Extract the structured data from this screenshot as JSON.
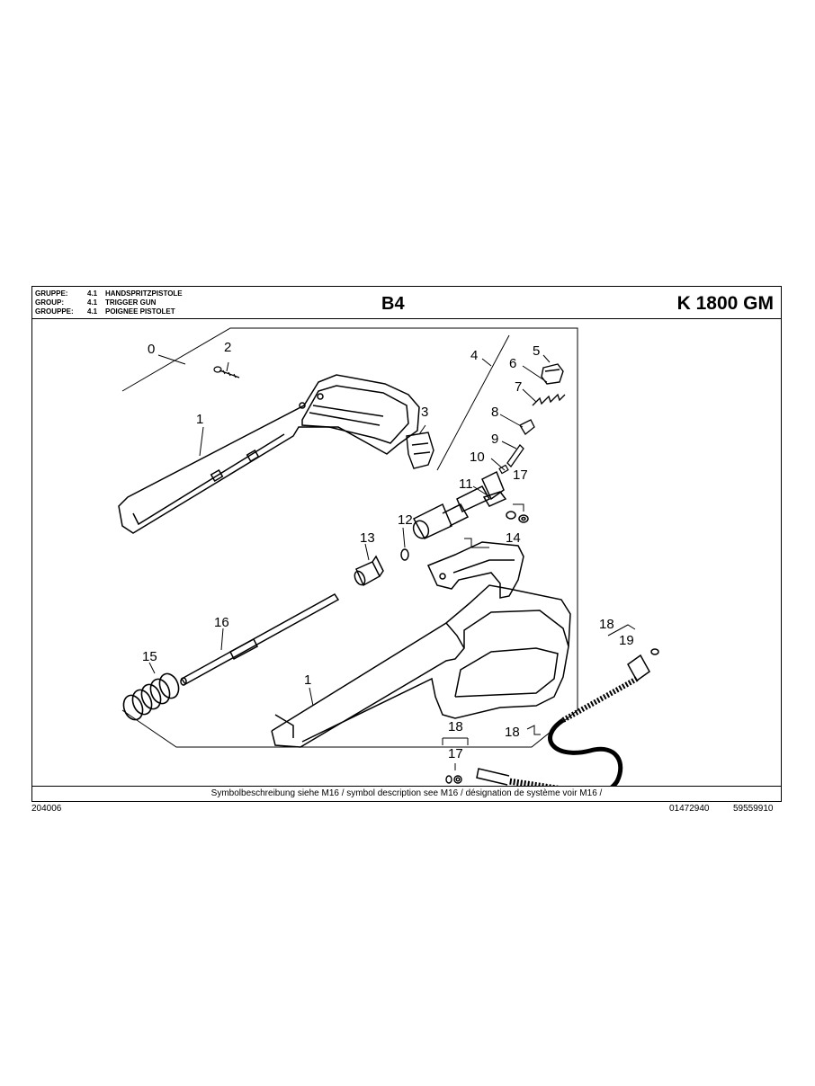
{
  "header": {
    "groups": [
      {
        "key": "GRUPPE:",
        "num": "4.1",
        "name": "HANDSPRITZPISTOLE"
      },
      {
        "key": "GROUP:",
        "num": "4.1",
        "name": "TRIGGER GUN"
      },
      {
        "key": "GROUPPE:",
        "num": "4.1",
        "name": "POIGNEE PISTOLET"
      }
    ],
    "code": "B4",
    "model": "K 1800 GM"
  },
  "callouts": {
    "c0": "0",
    "c2": "2",
    "c1a": "1",
    "c3": "3",
    "c4": "4",
    "c5": "5",
    "c6": "6",
    "c7": "7",
    "c8": "8",
    "c9": "9",
    "c10": "10",
    "c17a": "17",
    "c11": "11",
    "c12": "12",
    "c13": "13",
    "c14": "14",
    "c16": "16",
    "c15": "15",
    "c1b": "1",
    "c18a": "18",
    "c19": "19",
    "c18b": "18",
    "c18c": "18",
    "c17b": "17"
  },
  "footer": {
    "symbol_note": "Symbolbeschreibung siehe M16 / symbol description see M16 / désignation de système voir M16 /"
  },
  "bottom": {
    "left_code": "204006",
    "mid_code": "01472940",
    "right_code": "59559910"
  }
}
